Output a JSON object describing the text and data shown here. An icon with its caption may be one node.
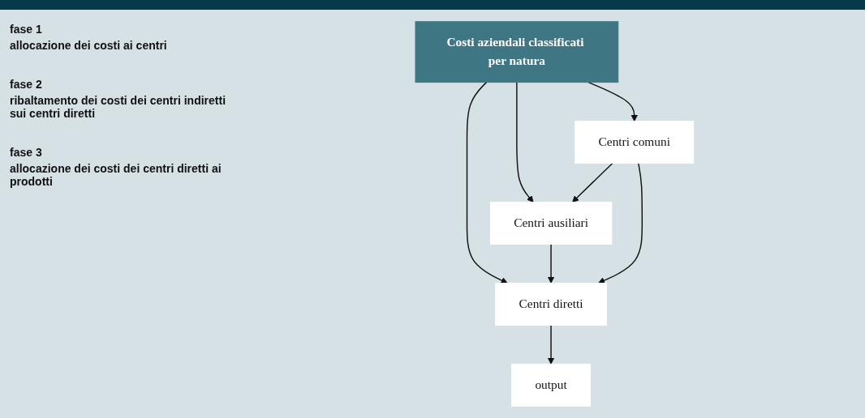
{
  "diagram": {
    "nodes": [
      {
        "text": [
          "Costi aziendali classificati per natura"
        ]
      },
      {
        "text": [
          "Centri diretti"
        ]
      },
      {
        "text": [
          "Centri ausiliari"
        ]
      },
      {
        "text": [
          "Centri comuni"
        ]
      },
      {
        "text": [
          "output"
        ]
      }
    ],
    "edges": [
      {
        "from": 0,
        "to": 1,
        "arrow": "to"
      },
      {
        "from": 0,
        "to": 2,
        "arrow": "to"
      },
      {
        "from": 0,
        "to": 3,
        "arrow": "to"
      },
      {
        "from": 2,
        "to": 1,
        "arrow": "to"
      },
      {
        "from": 3,
        "to": 1,
        "arrow": "to"
      },
      {
        "from": 3,
        "to": 2,
        "arrow": "to"
      },
      {
        "from": 1,
        "to": 4,
        "arrow": "to"
      }
    ],
    "labels": [
      "fase 1",
      "allocazione dei costi ai centri",
      "fase 2",
      "ribaltamento dei costi dei centri indiretti sui centri diretti",
      "fase 3",
      "allocazione dei costi dei centri diretti ai prodotti"
    ]
  }
}
